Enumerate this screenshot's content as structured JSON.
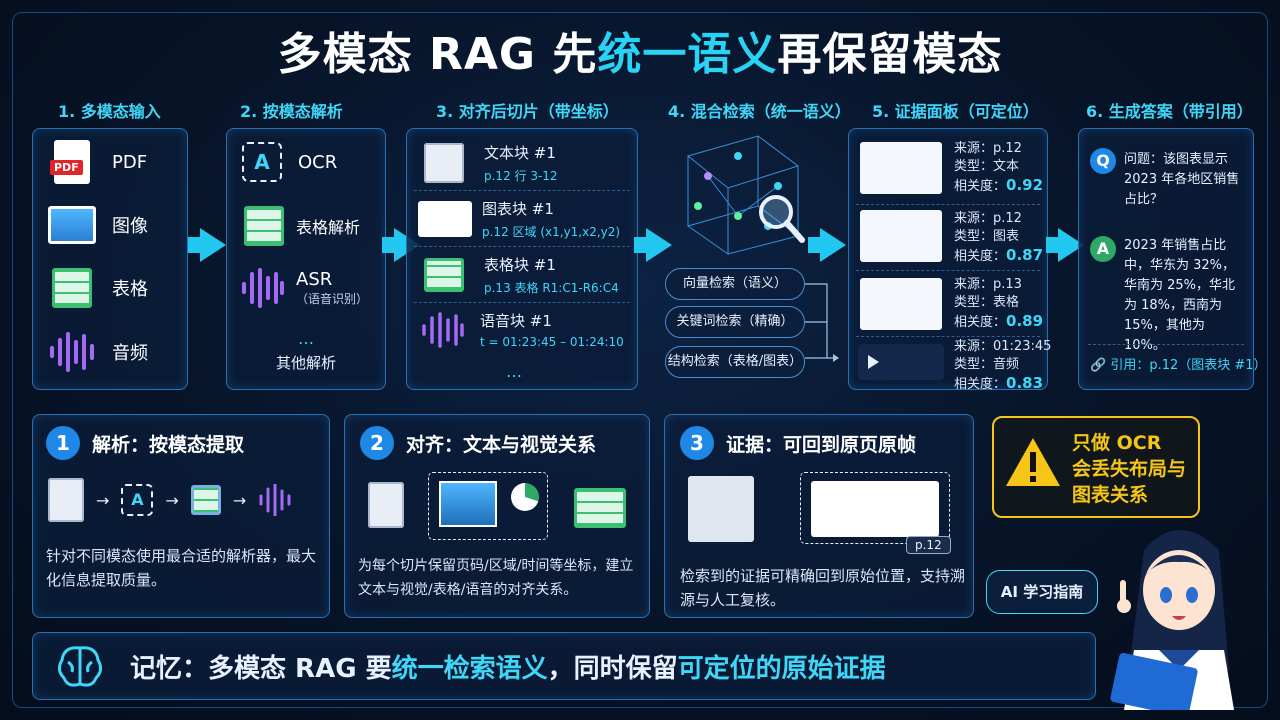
{
  "title": {
    "part1": "多模态 RAG 先",
    "part2": "统一语义",
    "part3": "再保留模态"
  },
  "steps": [
    {
      "head": "1. 多模态输入"
    },
    {
      "head": "2. 按模态解析"
    },
    {
      "head": "3. 对齐后切片（带坐标）"
    },
    {
      "head": "4. 混合检索（统一语义）"
    },
    {
      "head": "5. 证据面板（可定位）"
    },
    {
      "head": "6. 生成答案（带引用）"
    }
  ],
  "inputs": [
    {
      "label": "PDF",
      "icon": "pdf-icon",
      "badge": "PDF"
    },
    {
      "label": "图像",
      "icon": "image-icon"
    },
    {
      "label": "表格",
      "icon": "table-icon"
    },
    {
      "label": "音频",
      "icon": "audio-wave-icon"
    }
  ],
  "parsers": [
    {
      "label": "OCR",
      "icon_text": "A"
    },
    {
      "label": "表格解析"
    },
    {
      "label": "ASR",
      "sub": "（语音识别）"
    },
    {
      "label": "…",
      "sub": "其他解析"
    }
  ],
  "chunks": [
    {
      "title": "文本块 #1",
      "meta": "p.12   行 3-12"
    },
    {
      "title": "图表块 #1",
      "meta": "p.12   区域 (x1,y1,x2,y2)"
    },
    {
      "title": "表格块 #1",
      "meta": "p.13   表格 R1:C1-R6:C4"
    },
    {
      "title": "语音块 #1",
      "meta": "t = 01:23:45 – 01:24:10"
    }
  ],
  "chunks_more": "…",
  "retrieval": [
    "向量检索（语义）",
    "关键词检索（精确）",
    "结构检索（表格/图表）"
  ],
  "evidence": [
    {
      "src": "来源：p.12",
      "type": "类型：文本",
      "rel_label": "相关度：",
      "rel": "0.92"
    },
    {
      "src": "来源：p.12",
      "type": "类型：图表",
      "rel_label": "相关度：",
      "rel": "0.87"
    },
    {
      "src": "来源：p.13",
      "type": "类型：表格",
      "rel_label": "相关度：",
      "rel": "0.89"
    },
    {
      "src": "来源：01:23:45",
      "type": "类型：音频",
      "rel_label": "相关度：",
      "rel": "0.83"
    }
  ],
  "answer": {
    "q_badge": "Q",
    "question": "问题：该图表显示 2023 年各地区销售占比？",
    "a_badge": "A",
    "answer": "2023 年销售占比中，华东为 32%，华南为 25%，华北为 18%，西南为 15%，其他为 10%。",
    "cite": "引用：p.12（图表块 #1）"
  },
  "cards": [
    {
      "num": "1",
      "title": "解析：按模态提取",
      "desc": "针对不同模态使用最合适的解析器，最大化信息提取质量。"
    },
    {
      "num": "2",
      "title": "对齐：文本与视觉关系",
      "desc": "为每个切片保留页码/区域/时间等坐标，建立文本与视觉/表格/语音的对齐关系。"
    },
    {
      "num": "3",
      "title": "证据：可回到原页原帧",
      "desc": "检索到的证据可精确回到原始位置，支持溯源与人工复核。",
      "page_tag": "p.12"
    }
  ],
  "warning": {
    "line1": "只做 OCR",
    "line2": "会丢失布局与",
    "line3": "图表关系"
  },
  "guide": "AI 学习指南",
  "memo": {
    "prefix": "记忆：多模态 RAG 要",
    "hl1": "统一检索语义",
    "mid": "，同时保留",
    "hl2": "可定位的原始证据"
  },
  "colors": {
    "accent": "#29d3f5",
    "panel_border": "#2b6fb0",
    "warning": "#f5c518"
  }
}
